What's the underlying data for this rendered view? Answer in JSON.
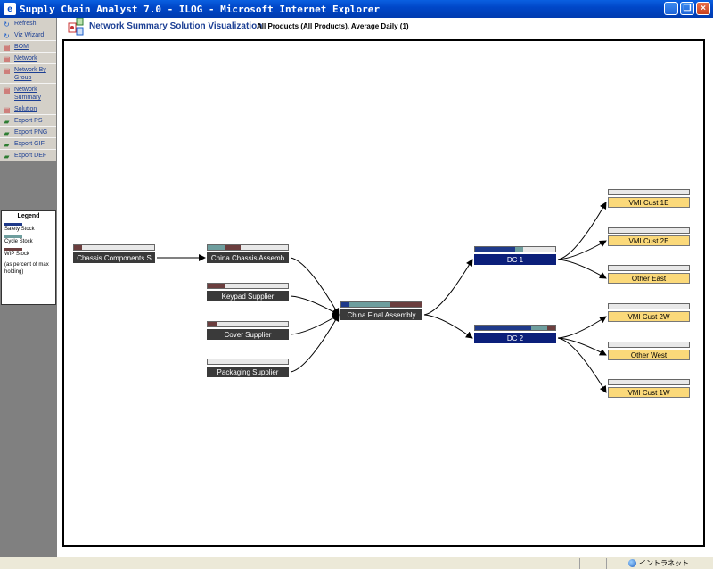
{
  "window": {
    "title": "Supply Chain Analyst 7.0 - ILOG - Microsoft Internet Explorer",
    "minimize": "_",
    "restore": "❐",
    "close": "×"
  },
  "sidebar": {
    "items": [
      {
        "label": "Refresh",
        "icon": "refresh-icon",
        "link": false
      },
      {
        "label": "Viz Wizard",
        "icon": "refresh-icon",
        "link": false
      },
      {
        "label": "BOM",
        "icon": "document-icon",
        "link": true
      },
      {
        "label": "Network",
        "icon": "document-icon",
        "link": true
      },
      {
        "label": "Network By Group",
        "icon": "document-icon",
        "link": true
      },
      {
        "label": "Network Summary",
        "icon": "document-icon",
        "link": true
      },
      {
        "label": "Solution",
        "icon": "document-icon",
        "link": true
      },
      {
        "label": "Export PS",
        "icon": "export-icon",
        "link": false
      },
      {
        "label": "Export PNG",
        "icon": "export-icon",
        "link": false
      },
      {
        "label": "Export GIF",
        "icon": "export-icon",
        "link": false
      },
      {
        "label": "Export DEF",
        "icon": "export-icon",
        "link": false
      }
    ],
    "legend": {
      "title": "Legend",
      "entries": [
        {
          "label": "Safety Stock",
          "color": "#1F3A8A"
        },
        {
          "label": "Cycle Stock",
          "color": "#6E9E9E"
        },
        {
          "label": "WIP Stock",
          "color": "#6B3E3E"
        }
      ],
      "note": "(as percent of max holding)"
    }
  },
  "header": {
    "title": "Network Summary Solution Visualization",
    "subtitle": "All Products (All Products), Average Daily (1)"
  },
  "colors": {
    "safety": "#1F3A8A",
    "cycle": "#6E9E9E",
    "wip": "#6B3E3E",
    "plant_label": "#3A3A3A",
    "dc_label": "#0B1F7A",
    "customer_label": "#FBD97A"
  },
  "network": {
    "nodes": {
      "chassis_components": {
        "label": "Chassis Components S",
        "stock": {
          "safety": 0,
          "cycle": 0,
          "wip": 0.1
        }
      },
      "china_chassis": {
        "label": "China Chassis Assemb",
        "stock": {
          "safety": 0,
          "cycle": 0.21,
          "wip": 0.2
        }
      },
      "keypad": {
        "label": "Keypad Supplier",
        "stock": {
          "safety": 0,
          "cycle": 0,
          "wip": 0.21
        }
      },
      "cover": {
        "label": "Cover Supplier",
        "stock": {
          "safety": 0,
          "cycle": 0,
          "wip": 0.11
        }
      },
      "packaging": {
        "label": "Packaging Supplier",
        "stock": {
          "safety": 0,
          "cycle": 0,
          "wip": 0
        }
      },
      "china_final": {
        "label": "China Final Assembly",
        "stock": {
          "safety": 0.1,
          "cycle": 0.51,
          "wip": 0.39
        }
      },
      "dc1": {
        "label": "DC 1",
        "stock": {
          "safety": 0.5,
          "cycle": 0.1,
          "wip": 0
        }
      },
      "dc2": {
        "label": "DC 2",
        "stock": {
          "safety": 0.7,
          "cycle": 0.2,
          "wip": 0.1
        }
      },
      "vmi_1e": {
        "label": "VMI Cust 1E",
        "stock": {
          "safety": 0,
          "cycle": 0,
          "wip": 0
        }
      },
      "vmi_2e": {
        "label": "VMI Cust 2E",
        "stock": {
          "safety": 0,
          "cycle": 0,
          "wip": 0
        }
      },
      "other_east": {
        "label": "Other East",
        "stock": {
          "safety": 0,
          "cycle": 0,
          "wip": 0
        }
      },
      "vmi_2w": {
        "label": "VMI Cust 2W",
        "stock": {
          "safety": 0,
          "cycle": 0,
          "wip": 0
        }
      },
      "other_west": {
        "label": "Other West",
        "stock": {
          "safety": 0,
          "cycle": 0,
          "wip": 0
        }
      },
      "vmi_1w": {
        "label": "VMI Cust 1W",
        "stock": {
          "safety": 0,
          "cycle": 0,
          "wip": 0
        }
      }
    },
    "edges": [
      [
        "chassis_components",
        "china_chassis"
      ],
      [
        "china_chassis",
        "china_final"
      ],
      [
        "keypad",
        "china_final"
      ],
      [
        "cover",
        "china_final"
      ],
      [
        "packaging",
        "china_final"
      ],
      [
        "china_final",
        "dc1"
      ],
      [
        "china_final",
        "dc2"
      ],
      [
        "dc1",
        "vmi_1e"
      ],
      [
        "dc1",
        "vmi_2e"
      ],
      [
        "dc1",
        "other_east"
      ],
      [
        "dc2",
        "vmi_2w"
      ],
      [
        "dc2",
        "other_west"
      ],
      [
        "dc2",
        "vmi_1w"
      ]
    ]
  },
  "statusbar": {
    "zone": "イントラネット"
  }
}
